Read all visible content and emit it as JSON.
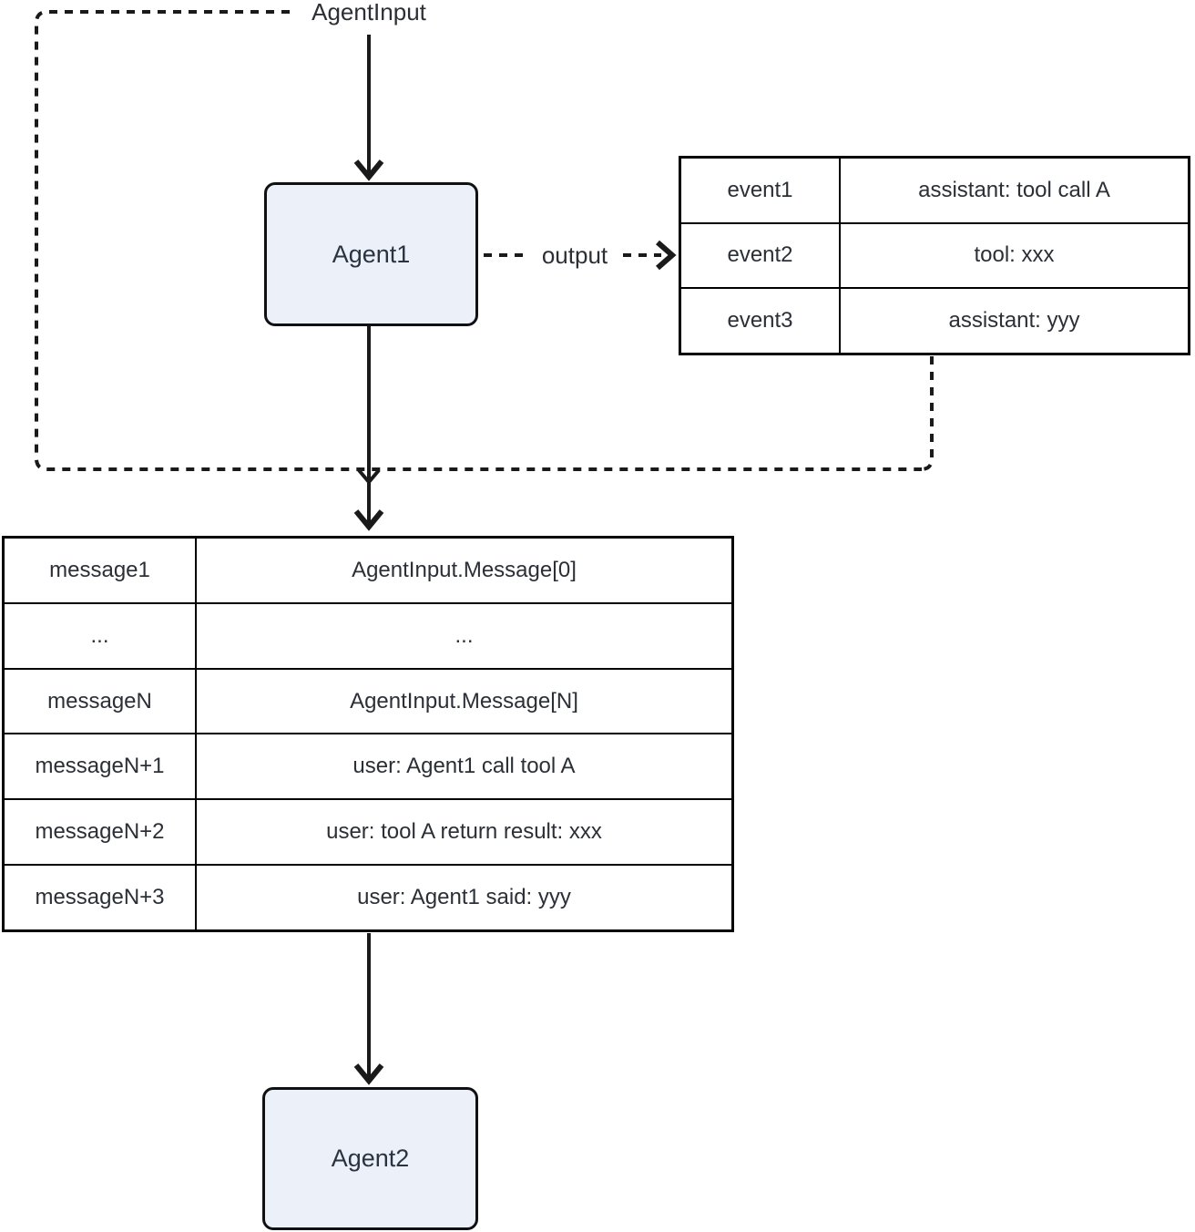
{
  "diagram": {
    "labels": {
      "agent_input": "AgentInput",
      "output": "output"
    },
    "nodes": {
      "agent1": "Agent1",
      "agent2": "Agent2"
    },
    "event_table": {
      "rows": [
        {
          "key": "event1",
          "value": "assistant: tool call A"
        },
        {
          "key": "event2",
          "value": "tool: xxx"
        },
        {
          "key": "event3",
          "value": "assistant: yyy"
        }
      ]
    },
    "message_table": {
      "rows": [
        {
          "key": "message1",
          "value": "AgentInput.Message[0]"
        },
        {
          "key": "...",
          "value": "..."
        },
        {
          "key": "messageN",
          "value": "AgentInput.Message[N]"
        },
        {
          "key": "messageN+1",
          "value": "user: Agent1 call tool A"
        },
        {
          "key": "messageN+2",
          "value": "user: tool A return result: xxx"
        },
        {
          "key": "messageN+3",
          "value": "user: Agent1 said: yyy"
        }
      ]
    },
    "colors": {
      "background": "#ffffff",
      "node_fill": "#ecf0f9",
      "node_border": "#111111",
      "line": "#1a1a1a",
      "text": "#2b2f36"
    }
  }
}
